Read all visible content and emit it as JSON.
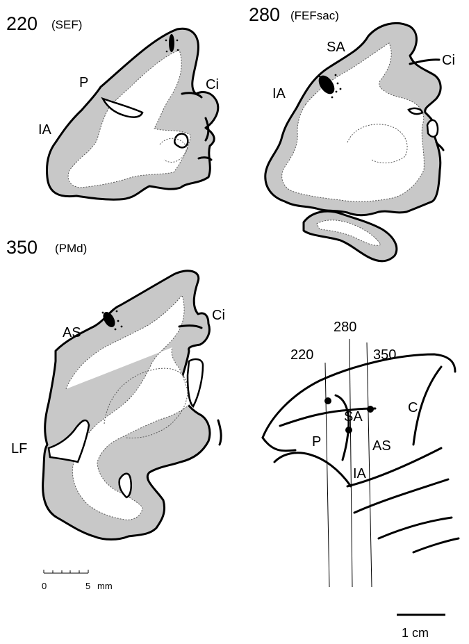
{
  "sections": [
    {
      "number": "220",
      "area": "(SEF)",
      "labels": [
        "P",
        "Ci",
        "IA"
      ]
    },
    {
      "number": "280",
      "area": "(FEFsac)",
      "labels": [
        "SA",
        "Ci",
        "IA"
      ]
    },
    {
      "number": "350",
      "area": "(PMd)",
      "labels": [
        "AS",
        "Ci",
        "LF"
      ]
    }
  ],
  "side_view": {
    "plane_labels": [
      "220",
      "280",
      "350"
    ],
    "sulcus_labels": [
      "C",
      "SA",
      "P",
      "AS",
      "IA"
    ],
    "scale_bar": "1 cm"
  },
  "section_scale": {
    "min": "0",
    "max": "5",
    "unit": "mm"
  },
  "colors": {
    "gray_matter": "#c8c8c8",
    "outline": "#000000",
    "background": "#ffffff"
  }
}
